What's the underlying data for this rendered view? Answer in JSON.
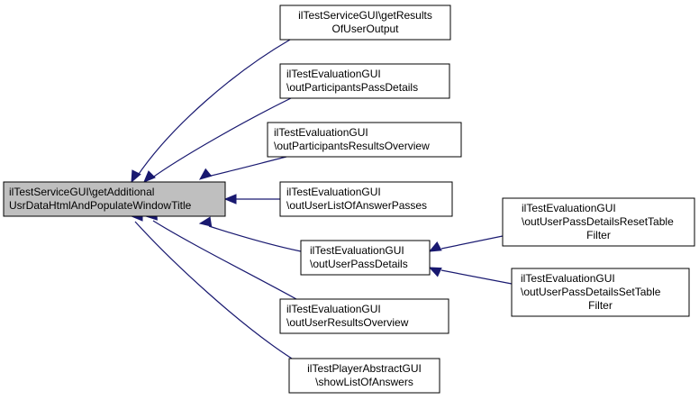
{
  "colors": {
    "edge": "#191970",
    "root_fill": "#bfbfbf",
    "node_fill": "#ffffff",
    "border": "#000000"
  },
  "nodes": {
    "root": {
      "lines": [
        "ilTestServiceGUI\\getAdditional",
        "UsrDataHtmlAndPopulateWindowTitle"
      ]
    },
    "n1": {
      "lines": [
        "ilTestServiceGUI\\getResults",
        "OfUserOutput"
      ]
    },
    "n2": {
      "lines": [
        "ilTestEvaluationGUI",
        "\\outParticipantsPassDetails"
      ]
    },
    "n3": {
      "lines": [
        "ilTestEvaluationGUI",
        "\\outParticipantsResultsOverview"
      ]
    },
    "n4": {
      "lines": [
        "ilTestEvaluationGUI",
        "\\outUserListOfAnswerPasses"
      ]
    },
    "n5": {
      "lines": [
        "ilTestEvaluationGUI",
        "\\outUserPassDetails"
      ]
    },
    "n6": {
      "lines": [
        "ilTestEvaluationGUI",
        "\\outUserResultsOverview"
      ]
    },
    "n7": {
      "lines": [
        "ilTestPlayerAbstractGUI",
        "\\showListOfAnswers"
      ]
    },
    "n8": {
      "lines": [
        "ilTestEvaluationGUI",
        "\\outUserPassDetailsResetTable",
        "Filter"
      ]
    },
    "n9": {
      "lines": [
        "ilTestEvaluationGUI",
        "\\outUserPassDetailsSetTable",
        "Filter"
      ]
    }
  },
  "edges": [
    {
      "from": "n1",
      "to": "root"
    },
    {
      "from": "n2",
      "to": "root"
    },
    {
      "from": "n3",
      "to": "root"
    },
    {
      "from": "n4",
      "to": "root"
    },
    {
      "from": "n5",
      "to": "root"
    },
    {
      "from": "n6",
      "to": "root"
    },
    {
      "from": "n7",
      "to": "root"
    },
    {
      "from": "n8",
      "to": "n5"
    },
    {
      "from": "n9",
      "to": "n5"
    }
  ]
}
